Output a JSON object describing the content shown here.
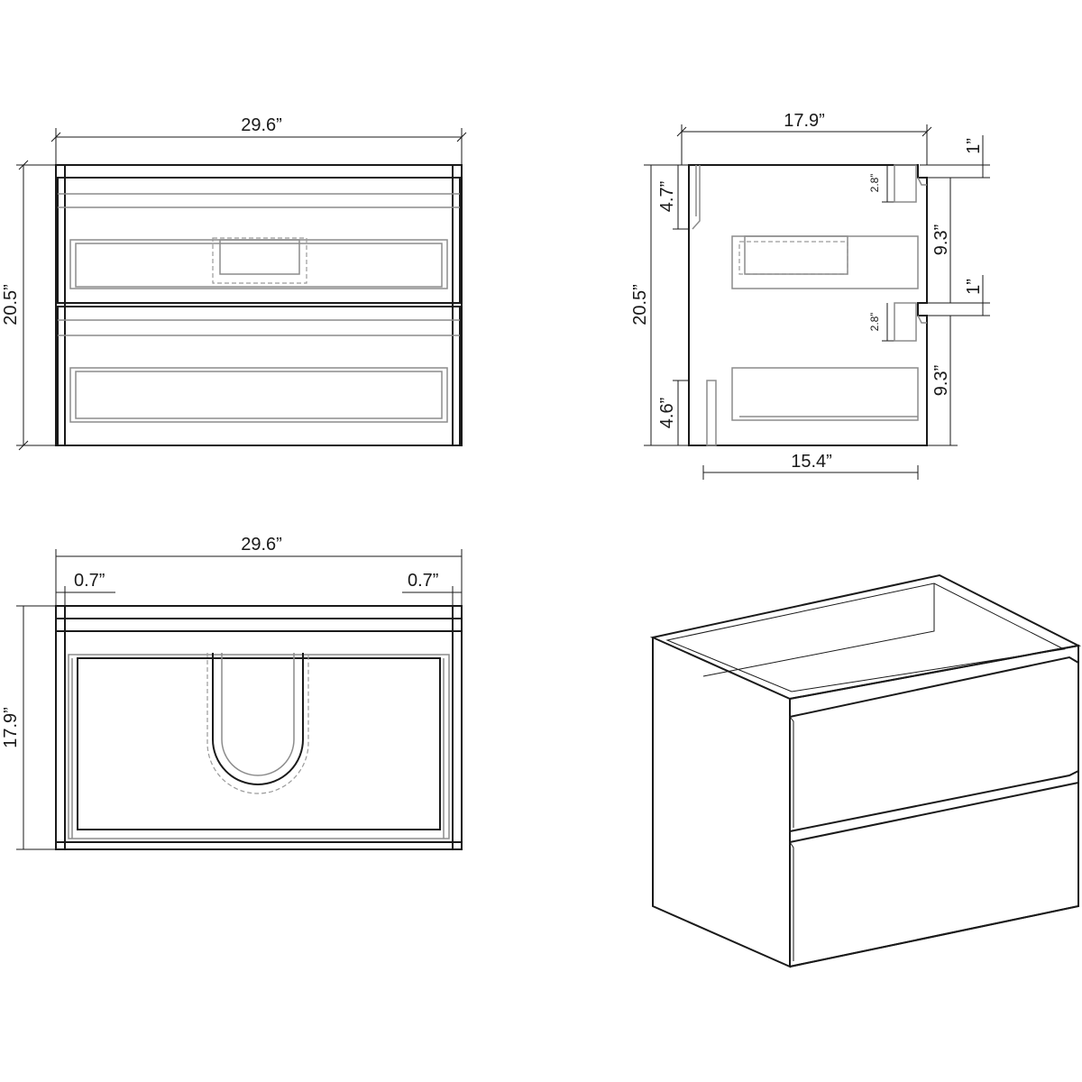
{
  "front_view": {
    "width_label": "29.6”",
    "height_label": "20.5”"
  },
  "side_view": {
    "depth_label": "17.9”",
    "height_label": "20.5”",
    "top_gap_label": "4.7”",
    "bottom_gap_label": "4.6”",
    "inner_depth_label": "15.4”",
    "drawer_pull_top_label": "2.8”",
    "drawer_pull_bottom_label": "2.8”",
    "top_offset_label": "1”",
    "middle_offset_label": "1”",
    "upper_drawer_label": "9.3”",
    "lower_drawer_label": "9.3”"
  },
  "top_view": {
    "width_label": "29.6”",
    "left_wall_label": "0.7”",
    "right_wall_label": "0.7”",
    "depth_label": "17.9”"
  }
}
